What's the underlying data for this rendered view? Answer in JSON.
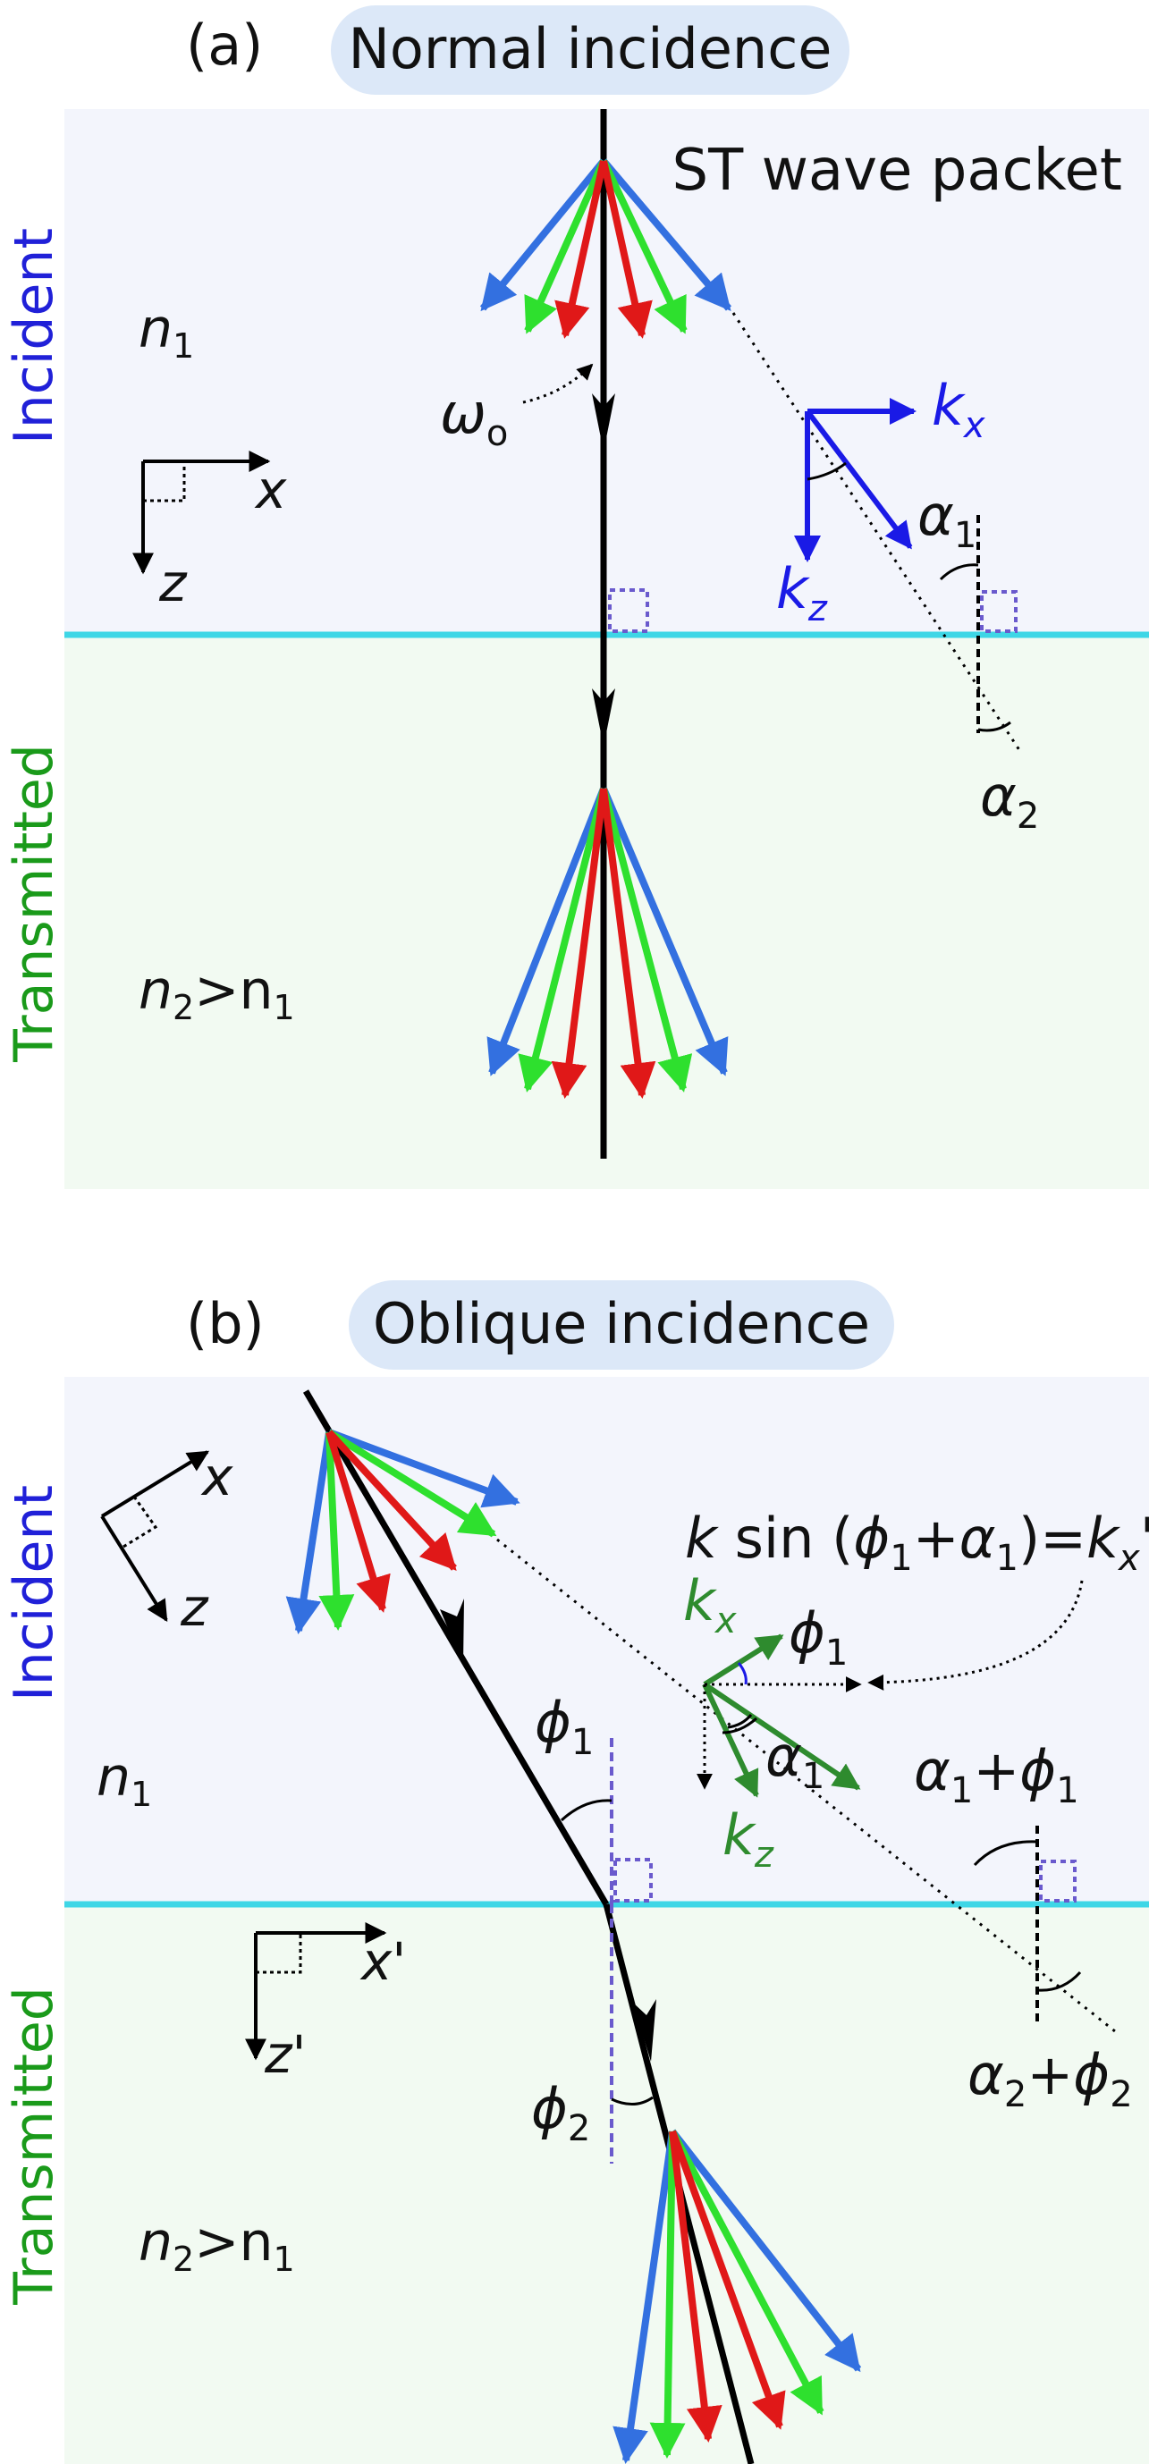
{
  "panel_a": {
    "label": "(a)",
    "title": "Normal incidence",
    "packet_label": "ST wave packet",
    "incident_side": "Incident",
    "transmitted_side": "Transmitted",
    "n1": "n",
    "n1_sub": "1",
    "n2_base": "n",
    "n2_sub": "2",
    "n2_rel": ">n",
    "n2_rel_sub": "1",
    "omega": "ω",
    "omega_sub": "o",
    "x_axis": "x",
    "z_axis": "z",
    "kx": "k",
    "kx_sub": "x",
    "kz": "k",
    "kz_sub": "z",
    "alpha1": "α",
    "alpha1_sub": "1",
    "alpha2": "α",
    "alpha2_sub": "2"
  },
  "panel_b": {
    "label": "(b)",
    "title": "Oblique incidence",
    "incident_side": "Incident",
    "transmitted_side": "Transmitted",
    "n1": "n",
    "n1_sub": "1",
    "n2_base": "n",
    "n2_sub": "2",
    "n2_rel": ">n",
    "n2_rel_sub": "1",
    "x_axis": "x",
    "z_axis": "z",
    "xp_axis": "x'",
    "zp_axis": "z'",
    "eq_k": "k",
    "eq_sin": " sin (",
    "eq_phi": "ϕ",
    "eq_plus": "+",
    "eq_alpha": "α",
    "eq_close": ")=",
    "eq_kx": "k",
    "eq_kx_sub": "x",
    "eq_prime": "'",
    "sub1": "1",
    "kx": "k",
    "kx_sub": "x",
    "kz": "k",
    "kz_sub": "z",
    "phi1": "ϕ",
    "phi1_sub": "1",
    "phi2": "ϕ",
    "phi2_sub": "2",
    "alpha1": "α",
    "alpha1_sub": "1",
    "sum1_a": "α",
    "sum1_a_sub": "1",
    "sum1_plus": "+",
    "sum1_p": "ϕ",
    "sum1_p_sub": "1",
    "sum2_a": "α",
    "sum2_a_sub": "2",
    "sum2_plus": "+",
    "sum2_p": "ϕ",
    "sum2_p_sub": "2"
  },
  "colors": {
    "incident_bg": "#f3f5fc",
    "transmitted_bg": "#f2faf2",
    "interface": "#3ed6e6",
    "title_pill": "#dce8f8",
    "incident_label": "#2020d8",
    "transmitted_label": "#1a9a1a",
    "blue_ray": "#3370e0",
    "green_ray": "#2ee02e",
    "red_ray": "#e01818",
    "k_blue": "#1a1ae6",
    "k_green": "#2e8b2e",
    "right_angle": "#6a5acd"
  }
}
